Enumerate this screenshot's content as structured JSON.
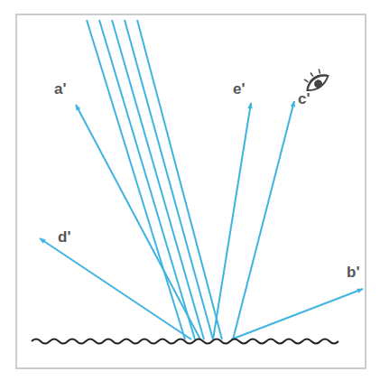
{
  "diagram": {
    "labels": [
      "a'",
      "e'",
      "c'",
      "d'",
      "b'"
    ]
  }
}
